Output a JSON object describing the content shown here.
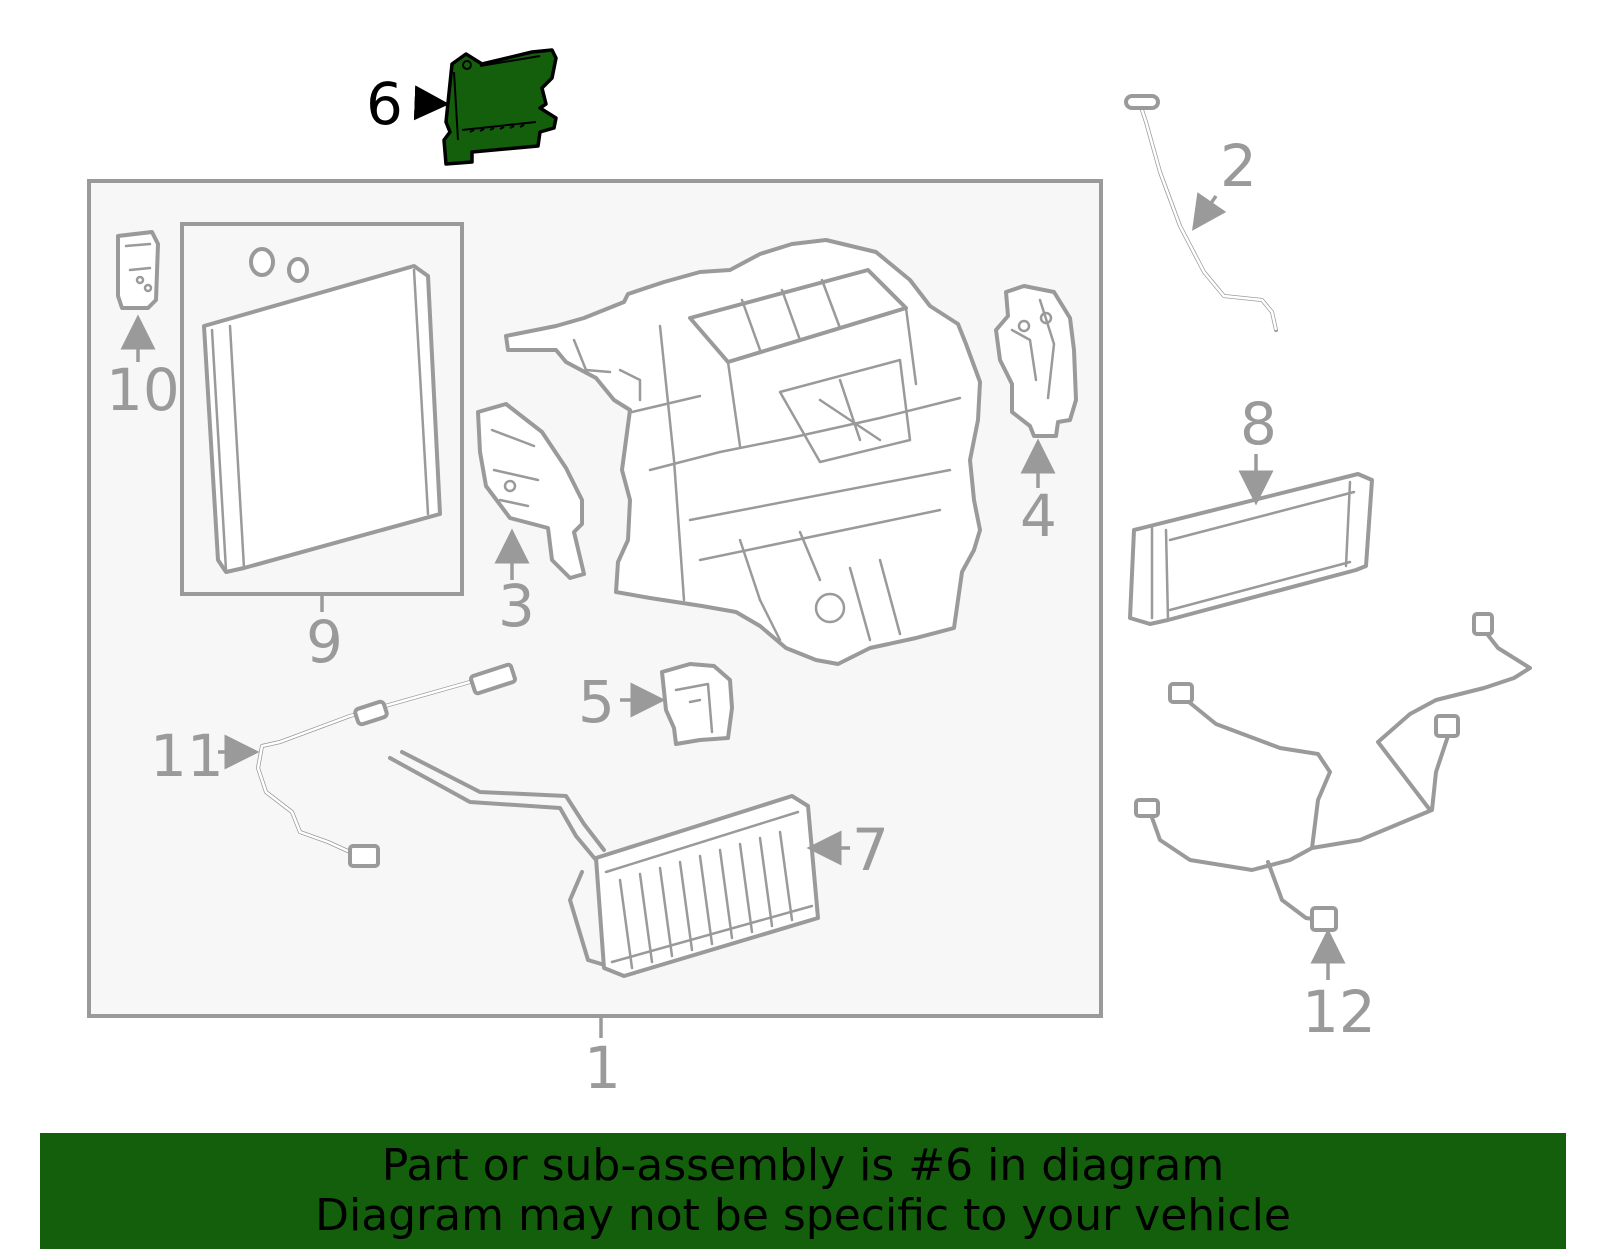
{
  "highlight_color": "#145f0c",
  "line_color": "#9a9a9a",
  "callouts": {
    "c1": "1",
    "c2": "2",
    "c3": "3",
    "c4": "4",
    "c5": "5",
    "c6": "6",
    "c7": "7",
    "c8": "8",
    "c9": "9",
    "c10": "10",
    "c11": "11",
    "c12": "12"
  },
  "banner": {
    "line1": "Part or sub-assembly is #6 in diagram",
    "line2": "Diagram may not be specific to your vehicle"
  }
}
